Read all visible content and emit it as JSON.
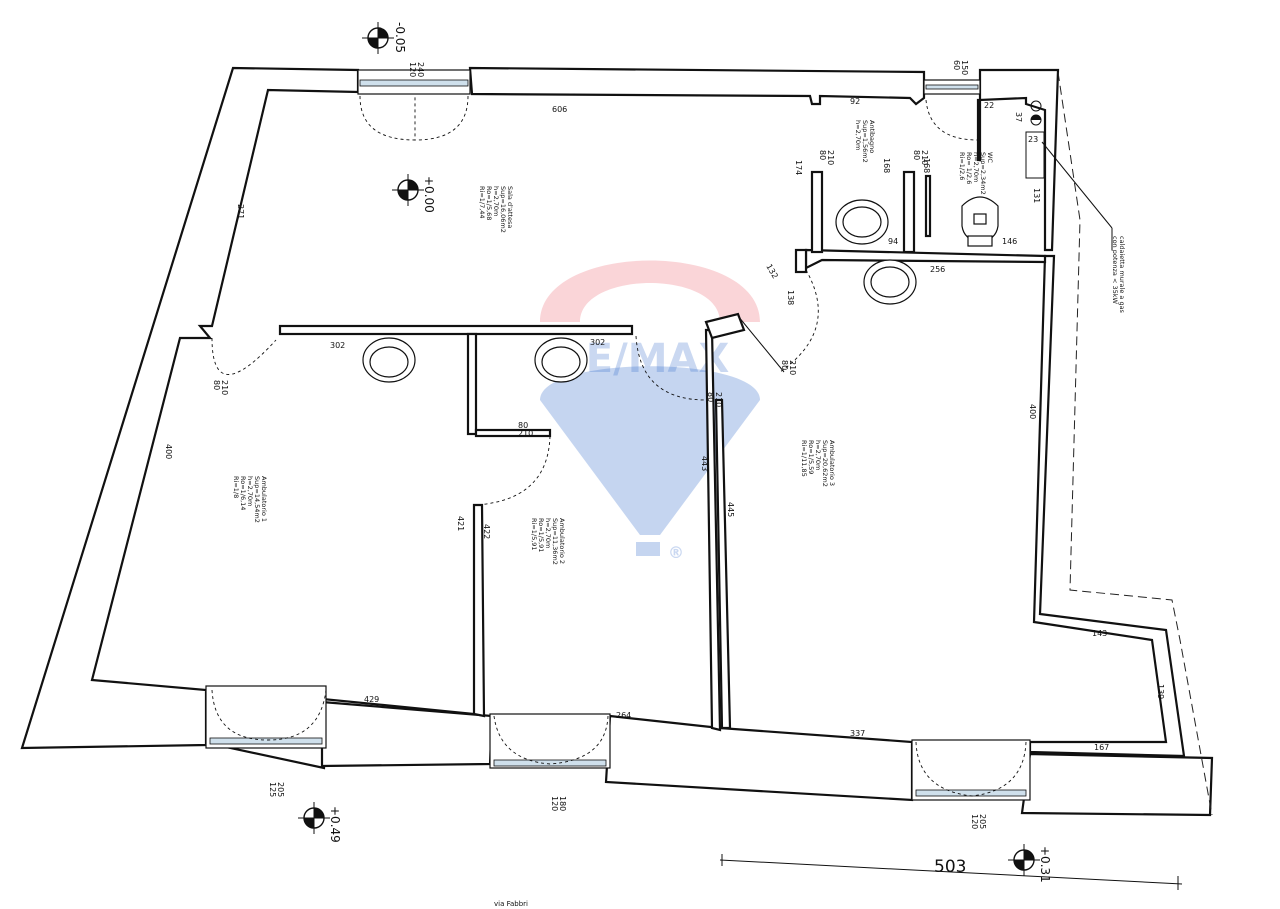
{
  "watermark": {
    "brand": "RE/MAX",
    "registered": "®"
  },
  "rooms": {
    "sala": [
      "Sala d'attesa",
      "Sup=16,06m2",
      "h=2,70m",
      "Ro=1/5,68",
      "Ri=1/7,44"
    ],
    "antibagno": [
      "Antibagno",
      "Sup=1,56m2",
      "h=2,70m"
    ],
    "wc": [
      "WC",
      "Sup=2,34m2",
      "h=2,70m",
      "Ro= 1/2,6",
      "Ri=1/2,6"
    ],
    "amb1": [
      "Ambulatorio 1",
      "Sup=14,54m2",
      "h=2,70m",
      "Ro=1/6,14",
      "Ri=1/8"
    ],
    "amb2": [
      "Ambulatorio 2",
      "Sup=11,36m2",
      "h=2,70m",
      "Ro=1/5,91",
      "Ri=1/5,91"
    ],
    "amb3": [
      "Ambulatorio 3",
      "Sup=20,62m2",
      "h=2,70m",
      "Ro=1/5,59",
      "Ri=1/11,85"
    ]
  },
  "gas_note": [
    "caldaietta murale a gas",
    "con potenza < 35kW"
  ],
  "dims": {
    "d606": "606",
    "d92": "92",
    "d22": "22",
    "d37": "37",
    "d23": "23",
    "d131": "131",
    "d146": "146",
    "d94": "94",
    "d174": "174",
    "d168": "168",
    "d271": "271",
    "d256": "256",
    "d132": "132",
    "d138": "138",
    "d302a": "302",
    "d302b": "302",
    "d400a": "400",
    "d400b": "400",
    "d443": "443",
    "d445": "445",
    "d421": "421",
    "d422": "422",
    "d429": "429",
    "d264": "264",
    "d337": "337",
    "d167": "167",
    "d143": "143",
    "d139": "139",
    "d503": "503"
  },
  "door_sizes": {
    "top": [
      "120",
      "240"
    ],
    "wc_win": [
      "60",
      "150"
    ],
    "anti1": [
      "80",
      "210"
    ],
    "anti2": [
      "80",
      "210"
    ],
    "amb1": [
      "80",
      "210"
    ],
    "amb2": [
      "80",
      "210"
    ],
    "amb3a": [
      "80",
      "210"
    ],
    "amb3b": [
      "80",
      "210"
    ],
    "bot1": [
      "125",
      "205"
    ],
    "bot2": [
      "120",
      "180"
    ],
    "bot3": [
      "120",
      "205"
    ]
  },
  "levels": {
    "top": "-0.05",
    "sala": "+0.00",
    "bot_left": "+0.49",
    "bot_right": "+0.31"
  },
  "street": "via Fabbri"
}
